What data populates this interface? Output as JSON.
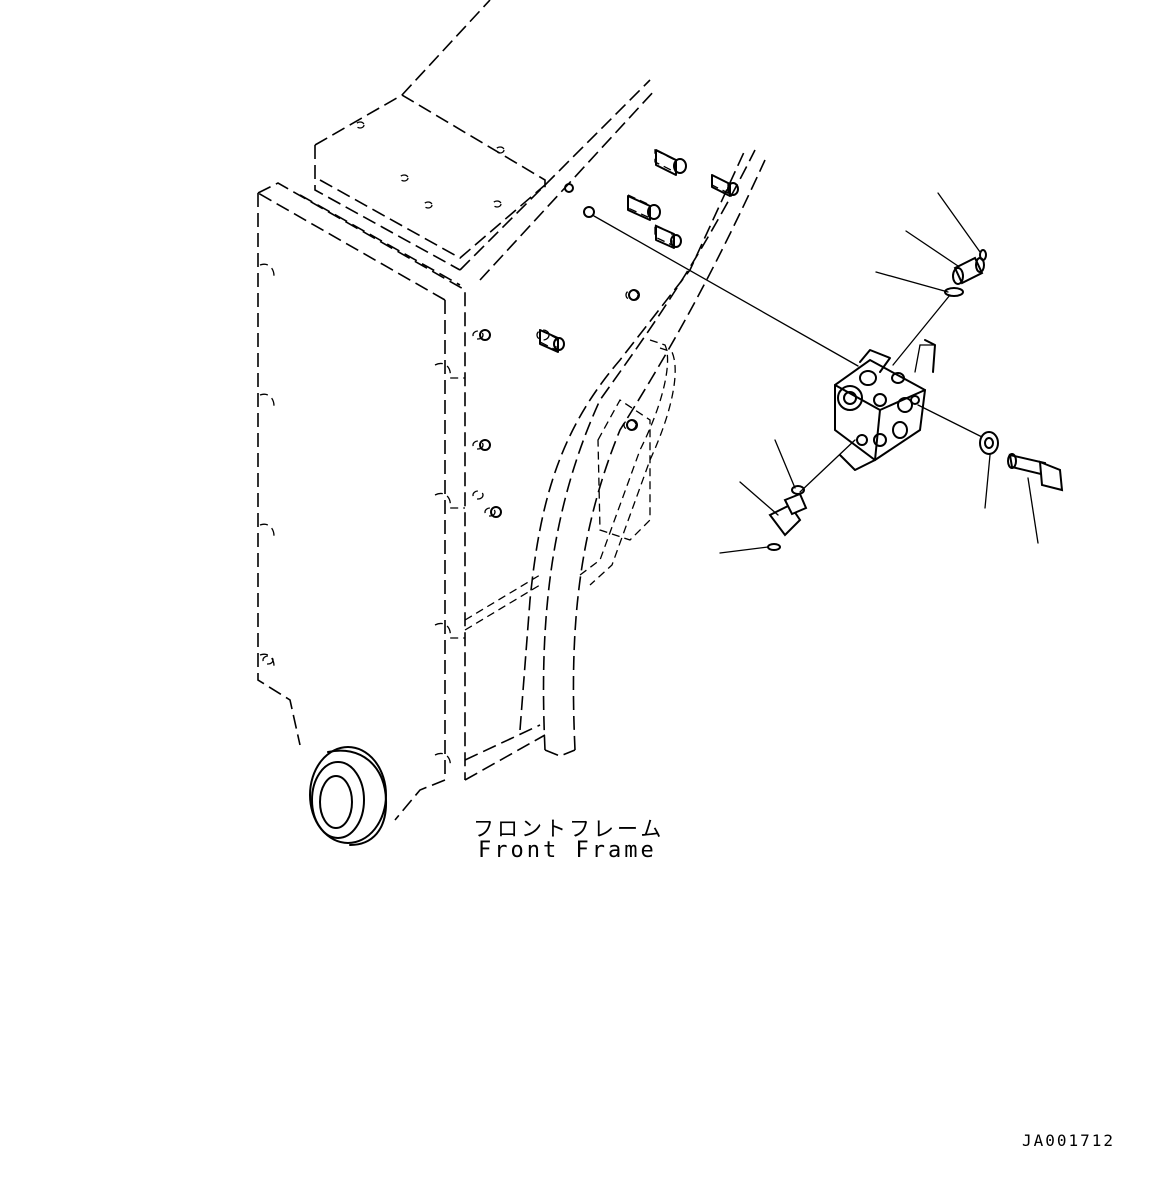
{
  "diagram": {
    "label_front_frame_jp": "フロントフレーム",
    "label_front_frame_en": "Front Frame",
    "drawing_number": "JA001712"
  }
}
